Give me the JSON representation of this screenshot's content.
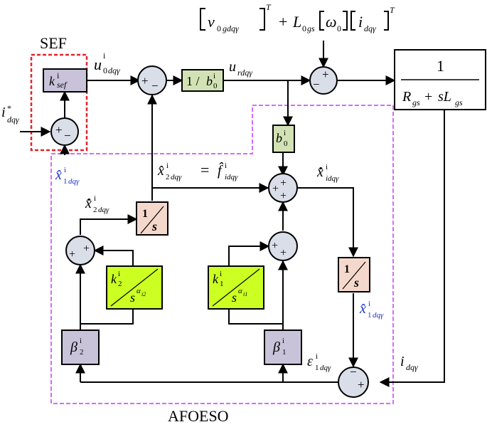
{
  "colors": {
    "gray_block": "#c9c3d9",
    "green_block": "#d3e2b4",
    "bright_green_block": "#ccff22",
    "pink_block": "#f5d8cc",
    "summer_fill": "#d9dee8",
    "sef_border": "#e8222a",
    "afoeso_border": "#d46bff",
    "blue_text": "#1f35c8"
  },
  "labels": {
    "sef": "SEF",
    "afoeso": "AFOESO",
    "top_expression": "[v0gdqγ]ᵀ + L0gs[ω0][idqγ]ᵀ",
    "u0": "u0dqγⁱ",
    "urd": "urdqγ",
    "x2hat_eq_fhat": "x̂2dqγⁱ = f̂idqγⁱ",
    "x1hat_dot": "x̂̇idqγⁱ",
    "x2hat_dot": "x̂̇2dqγⁱ",
    "x1hat_blue_left": "x̂1dqγⁱ",
    "x1hat_blue_right": "x̂1dqγⁱ",
    "idq": "idqγ",
    "eps": "ε1dqγⁱ",
    "id_ref": "idqγ*"
  },
  "blocks": {
    "ksef": "ksefⁱ",
    "inv_b0": "1 / b0ⁱ",
    "b0": "b0ⁱ",
    "plant_num": "1",
    "plant_den": "Rgs + sLgs",
    "int_top": "1/s",
    "int_right": "1/s",
    "k2": "k2ⁱ / s^αi2",
    "k1": "k1ⁱ / s^αi1",
    "beta2": "β2ⁱ",
    "beta1": "β1ⁱ"
  },
  "signs": {
    "sum_ref": [
      "+",
      "−"
    ],
    "sum_u0": [
      "+",
      "−"
    ],
    "sum_plant": [
      "+",
      "−"
    ],
    "sum_f": [
      "+",
      "+",
      "+"
    ],
    "sum_k1": [
      "+",
      "+"
    ],
    "sum_k2": [
      "+",
      "+"
    ],
    "sum_err": [
      "−",
      "+"
    ]
  }
}
